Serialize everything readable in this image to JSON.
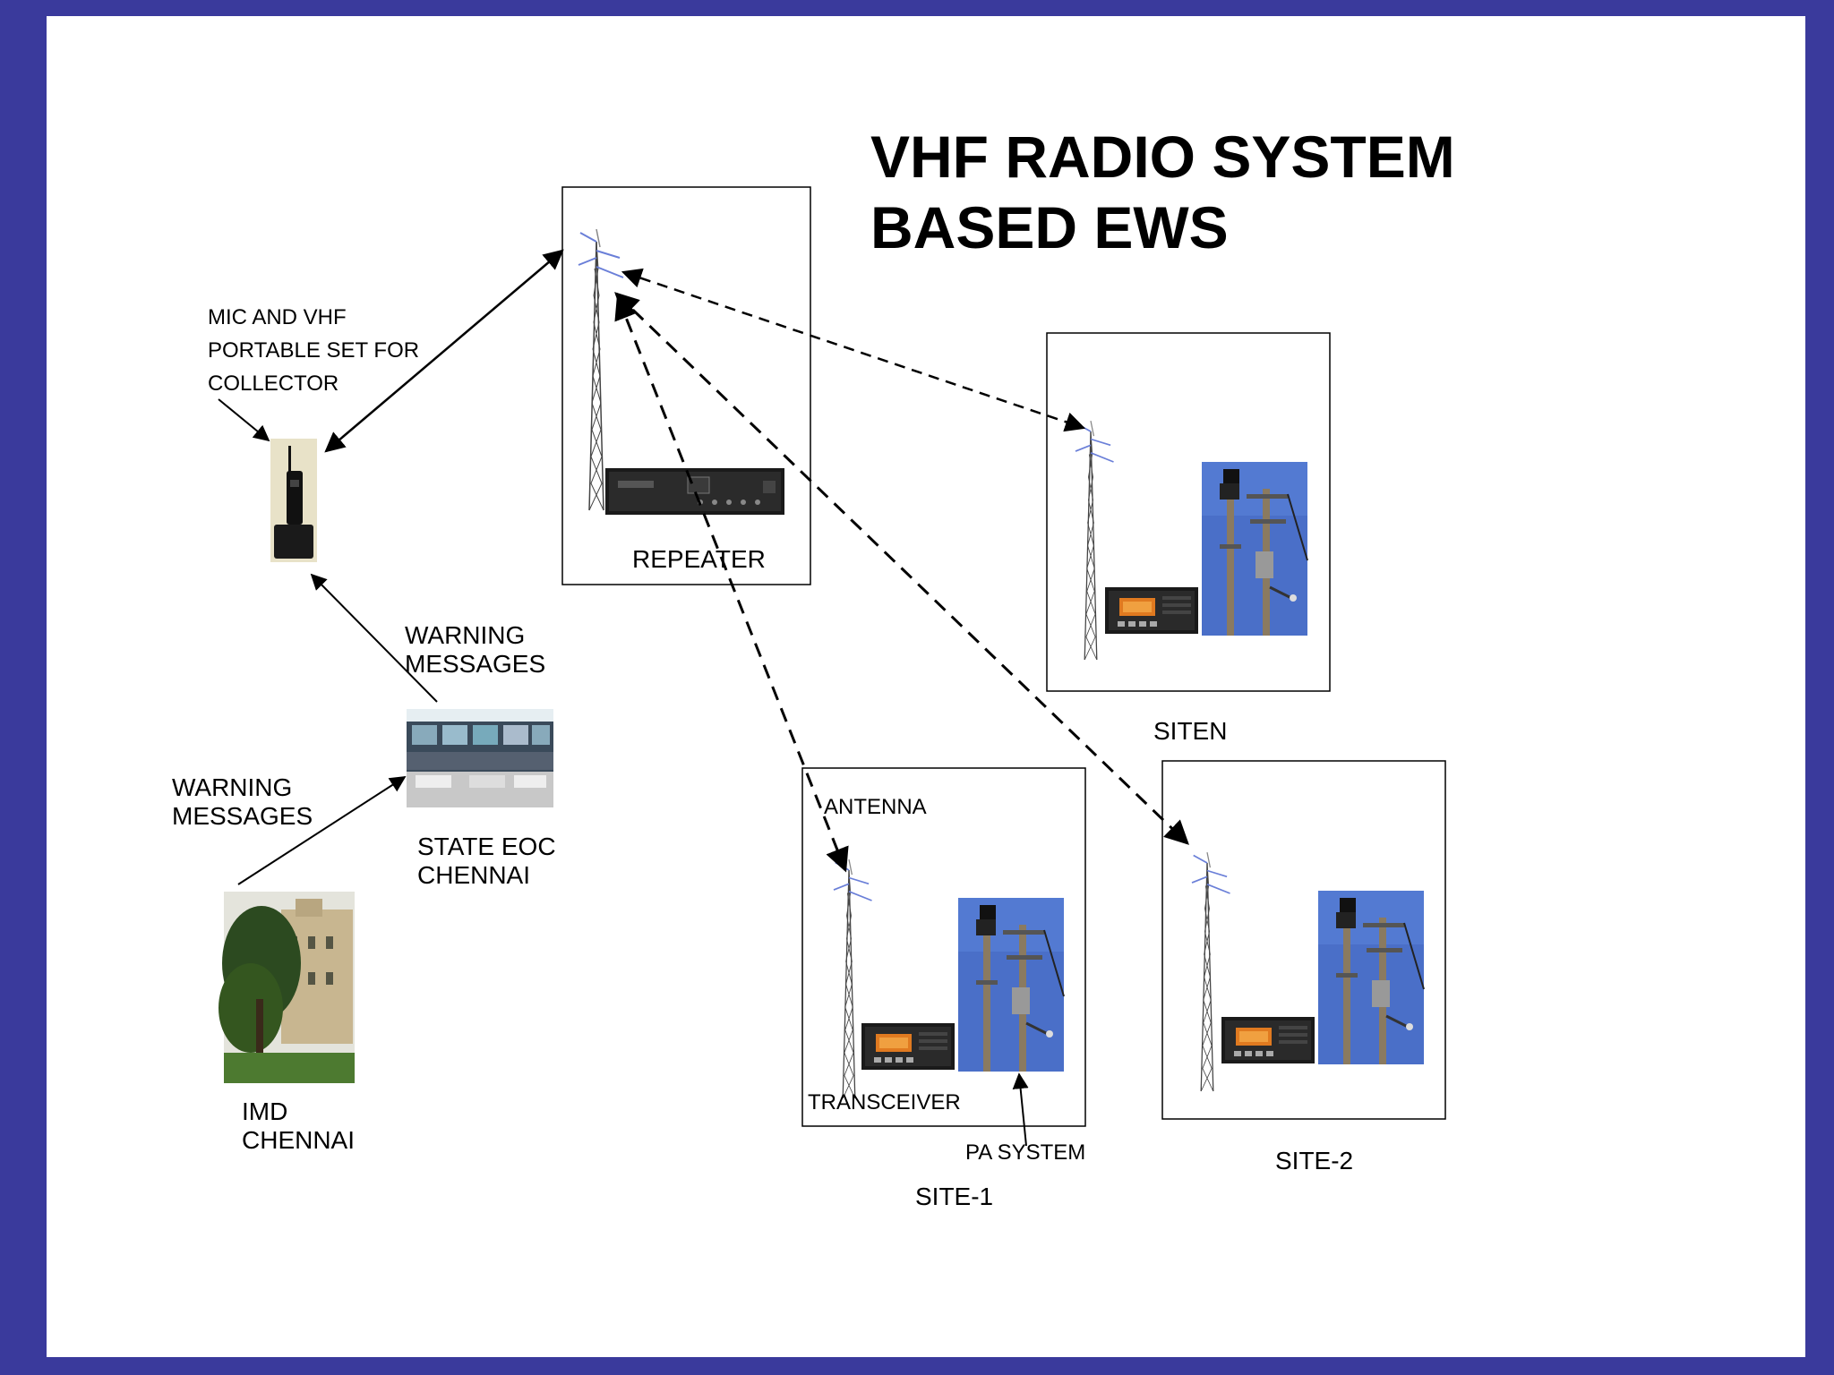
{
  "title_line1": "VHF RADIO SYSTEM",
  "title_line2": "BASED EWS",
  "labels": {
    "mic_collector": "MIC AND VHF\nPORTABLE SET FOR\nCOLLECTOR",
    "repeater": "REPEATER",
    "warning_upper": "WARNING\nMESSAGES",
    "warning_lower": "WARNING\nMESSAGES",
    "state_eoc": "STATE EOC\nCHENNAI",
    "imd": "IMD\nCHENNAI",
    "antenna": "ANTENNA",
    "transceiver": "TRANSCEIVER",
    "pa_system": "PA SYSTEM",
    "site_1": "SITE-1",
    "site_2": "SITE-2",
    "site_n": "SITEN"
  },
  "colors": {
    "frame": "#3a3a9c",
    "sky": "#4a6fc8",
    "antenna": "#6a7fd8"
  },
  "icons": [
    "radio-tower-icon",
    "repeater-unit-icon",
    "transceiver-icon",
    "pa-pole-icon",
    "walkie-talkie-icon",
    "control-room-icon",
    "building-icon"
  ]
}
